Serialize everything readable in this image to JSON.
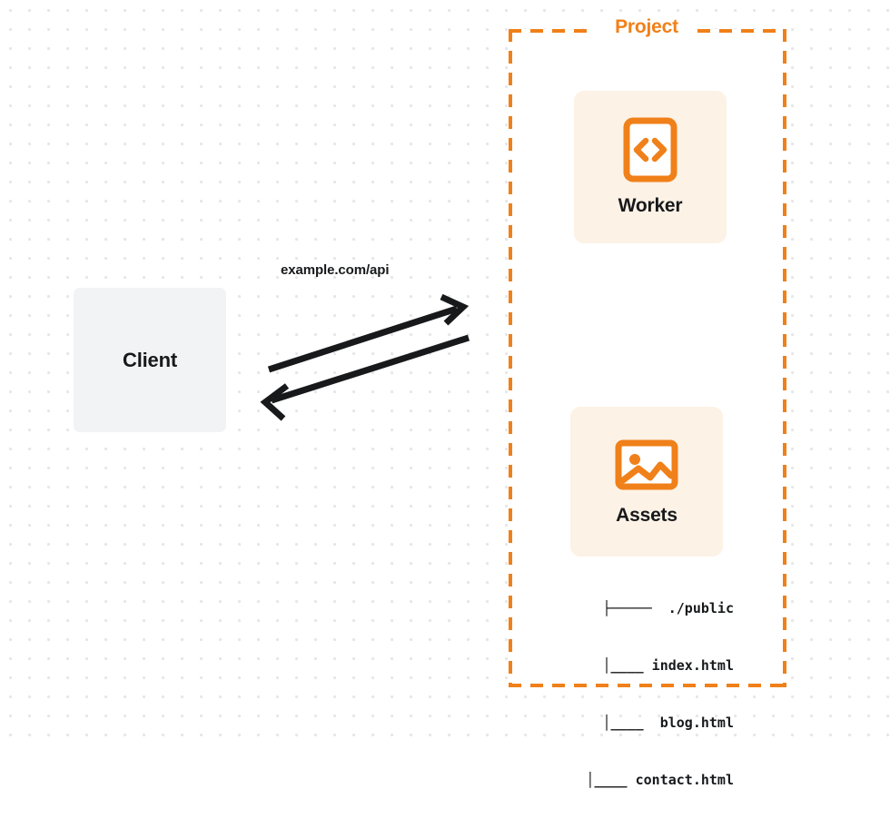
{
  "diagram": {
    "title": "Cloudflare project request flow",
    "colors": {
      "accent_orange": "#f08019",
      "card_cream": "#fdf2e6",
      "client_gray": "#f2f3f5",
      "text_dark": "#17191b",
      "dot_grid": "#e7e7ea",
      "canvas": "#ffffff"
    }
  },
  "client": {
    "label": "Client"
  },
  "connection": {
    "label": "example.com/api",
    "outbound_arrow": "arrow-up-right",
    "inbound_arrow": "arrow-down-left"
  },
  "project": {
    "title": "Project",
    "services": [
      {
        "label": "Worker",
        "icon": "code-brackets-icon"
      },
      {
        "label": "Assets",
        "icon": "image-icon"
      }
    ],
    "file_tree": [
      "├─────  ./public",
      "     │____ index.html",
      "     │____  blog.html",
      "     │____ contact.html"
    ]
  }
}
